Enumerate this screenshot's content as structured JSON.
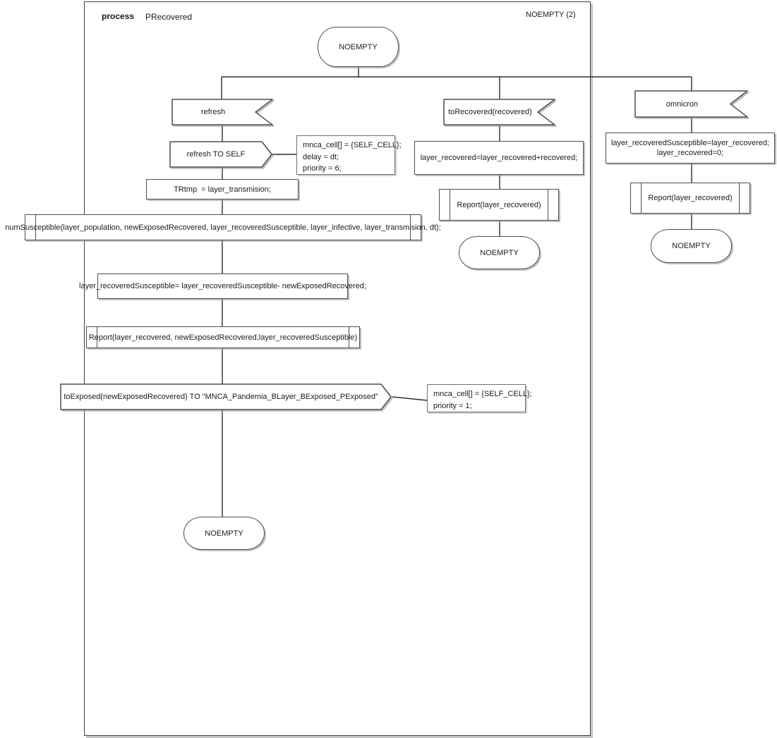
{
  "diagram": {
    "process_label": "process",
    "process_name": "PRecovered",
    "corner_label": "NOEMPTY (2)",
    "start_state": "NOEMPTY"
  },
  "refresh_branch": {
    "input_label": "refresh",
    "output_self_label": "refresh TO SELF",
    "output_self_comment": [
      "mnca_cell[] = {SELF_CELL};",
      "delay = dt;",
      "priority = 6;"
    ],
    "task_trtmp": "TRtmp  = layer_transmision;",
    "proc_numsusceptible": "numSusceptible(layer_population, newExposedRecovered, layer_recoveredSusceptible, layer_infective, layer_transmision, dt);",
    "task_update": "layer_recoveredSusceptible= layer_recoveredSusceptible- newExposedRecovered;",
    "proc_report": "Report(layer_recovered, newExposedRecovered,layer_recoveredSusceptible)",
    "output_toexposed": "toExposed(newExposedRecovered) TO “MNCA_Pandemia_BLayer_BExposed_PExposed”",
    "toexposed_comment": [
      "mnca_cell[] = {SELF_CELL};",
      "priority = 1;"
    ],
    "end_state": "NOEMPTY"
  },
  "torecovered_branch": {
    "input_label": "toRecovered(recovered)",
    "task_update": "layer_recovered=layer_recovered+recovered;",
    "proc_report": "Report(layer_recovered)",
    "end_state": "NOEMPTY"
  },
  "omnicron_branch": {
    "input_label": "omnicron",
    "task_update_line1": "layer_recoveredSusceptible=layer_recovered;",
    "task_update_line2": "layer_recovered=0;",
    "proc_report": "Report(layer_recovered)",
    "end_state": "NOEMPTY"
  }
}
